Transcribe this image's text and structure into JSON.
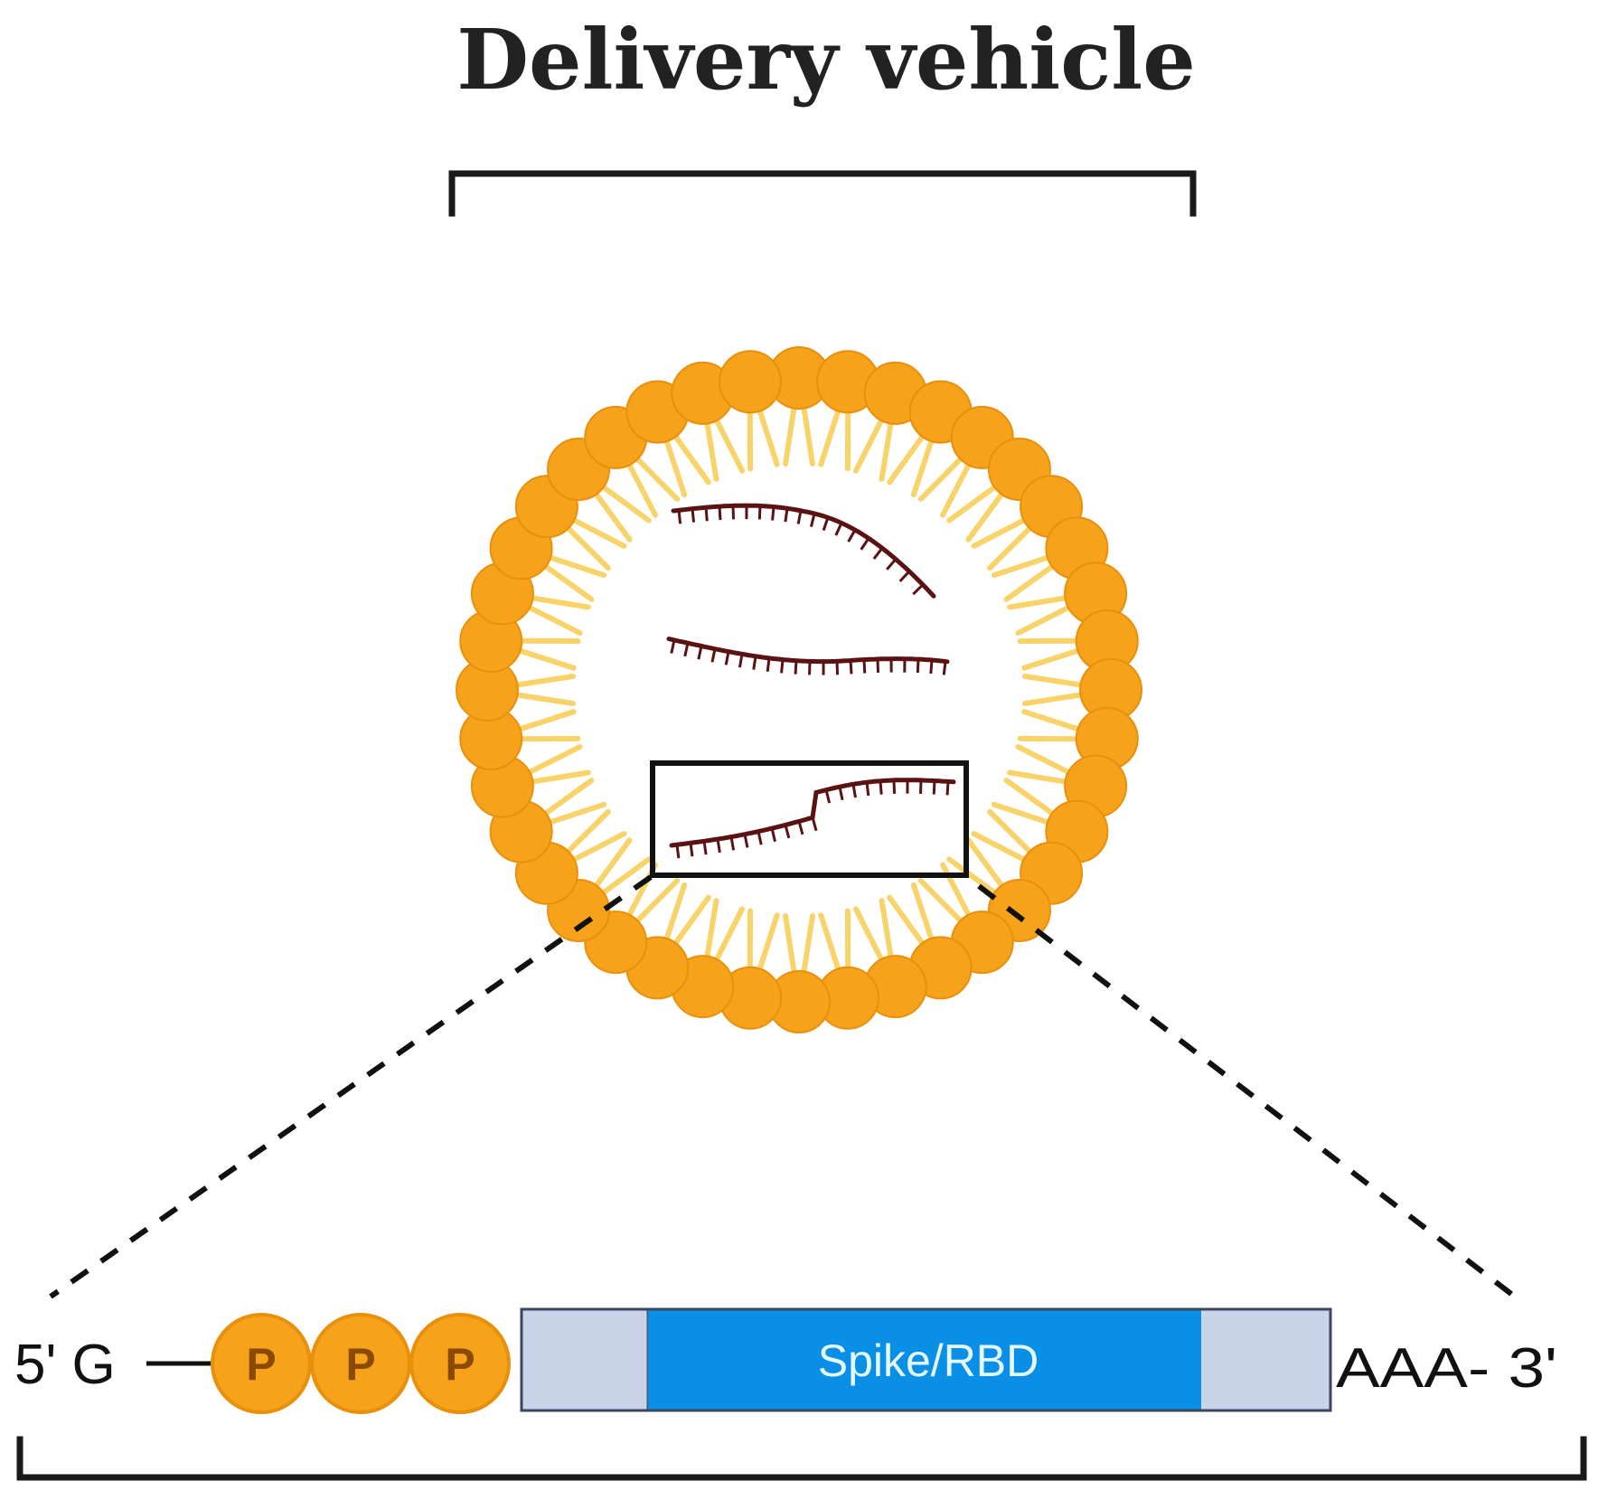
{
  "title": "Delivery vehicle",
  "colors": {
    "lipid_head": "#F7A21B",
    "lipid_head_stroke": "#E8900C",
    "lipid_tail": "#F8D36A",
    "rna_strand": "#5A1212",
    "bracket": "#1a1a1a",
    "utr_region": "#C9D4E8",
    "coding_region": "#0A8FE6",
    "coding_text": "#E6F8FF"
  },
  "lipid_nanoparticle": {
    "rna_strand_count": 3,
    "highlighted_strand": 3
  },
  "mrna_construct": {
    "five_prime_label": "5' G",
    "phosphates": [
      "P",
      "P",
      "P"
    ],
    "coding_region_label": "Spike/RBD",
    "three_prime_label": "AAA- 3'"
  },
  "icons": [
    "lipid-bilayer-icon",
    "rna-strand-icon",
    "phosphate-icon",
    "bracket-icon"
  ]
}
